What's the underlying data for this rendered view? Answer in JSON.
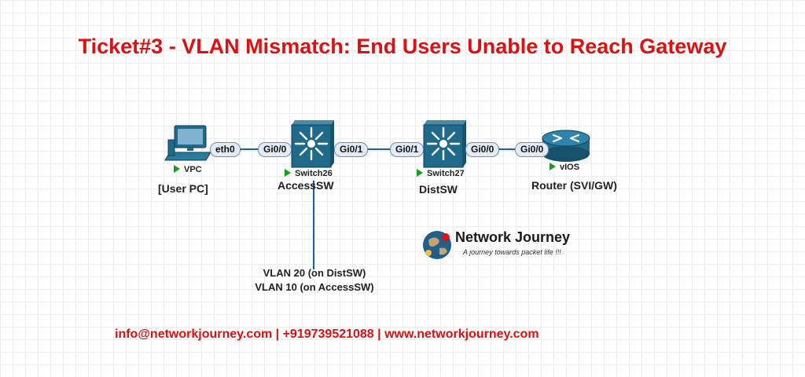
{
  "title": "Ticket#3 - VLAN Mismatch: End Users Unable to Reach Gateway",
  "colors": {
    "title": "#dd1111",
    "contact": "#dd1111",
    "link_line": "#1f5f9a",
    "device_blue": "#1f6a8a",
    "status_green": "#1a9d1a"
  },
  "nodes": {
    "vpc": {
      "name": "VPC",
      "caption": "[User PC]",
      "icon": "pc-icon"
    },
    "switch26": {
      "name": "Switch26",
      "caption": "AccessSW",
      "icon": "multilayer-switch-icon"
    },
    "switch27": {
      "name": "Switch27",
      "caption": "DistSW",
      "icon": "multilayer-switch-icon"
    },
    "vios": {
      "name": "vIOS",
      "caption": "Router (SVI/GW)",
      "icon": "router-icon"
    }
  },
  "ports": {
    "vpc_eth0": "eth0",
    "sw26_gi00": "Gi0/0",
    "sw26_gi01": "Gi0/1",
    "sw27_gi01": "Gi0/1",
    "sw27_gi00": "Gi0/0",
    "vios_gi00": "Gi0/0"
  },
  "annotation": {
    "line1": "VLAN 20 (on DistSW)",
    "line2": "VLAN 10 (on AccessSW)"
  },
  "logo": {
    "name": "Network Journey",
    "tagline": "A journey towards packet life !!!"
  },
  "contact": "info@networkjourney.com | +919739521088 | www.networkjourney.com"
}
